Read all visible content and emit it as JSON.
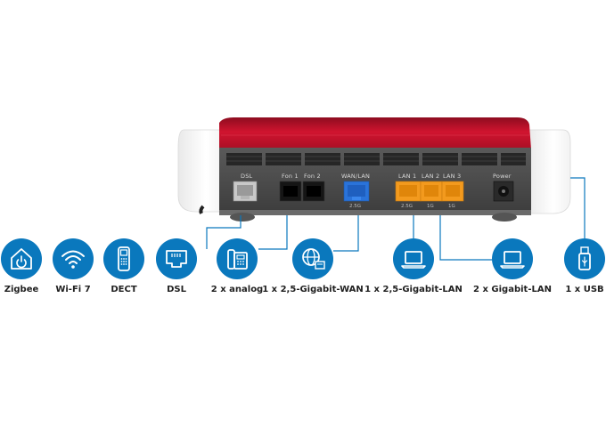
{
  "router": {
    "ports": {
      "dsl": "DSL",
      "fon1": "Fon 1",
      "fon2": "Fon 2",
      "wan": "WAN/LAN",
      "lan1": "LAN 1",
      "lan2": "LAN 2",
      "lan3": "LAN 3",
      "power": "Power"
    },
    "speeds": {
      "wan": "2.5G",
      "lan1": "2.5G",
      "lan2": "1G",
      "lan3": "1G"
    }
  },
  "features": [
    {
      "label": "Zigbee",
      "icon": "zigbee-home-icon"
    },
    {
      "label": "Wi-Fi 7",
      "icon": "wifi-icon"
    },
    {
      "label": "DECT",
      "icon": "dect-phone-icon"
    },
    {
      "label": "DSL",
      "icon": "dsl-port-icon"
    },
    {
      "label": "2 x analog",
      "icon": "analog-phone-icon"
    },
    {
      "label": "1 x 2,5-Gigabit-WAN",
      "icon": "globe-wan-icon"
    },
    {
      "label": "1 x 2,5-Gigabit-LAN",
      "icon": "laptop-icon"
    },
    {
      "label": "2 x Gigabit-LAN",
      "icon": "laptop-icon"
    },
    {
      "label": "1 x USB",
      "icon": "usb-icon"
    }
  ],
  "colors": {
    "accent_blue": "#0a78bd",
    "router_red": "#c8102e",
    "router_body": "#4a4a4a",
    "lan_orange": "#f39a1e",
    "wan_blue": "#2a73d9"
  }
}
